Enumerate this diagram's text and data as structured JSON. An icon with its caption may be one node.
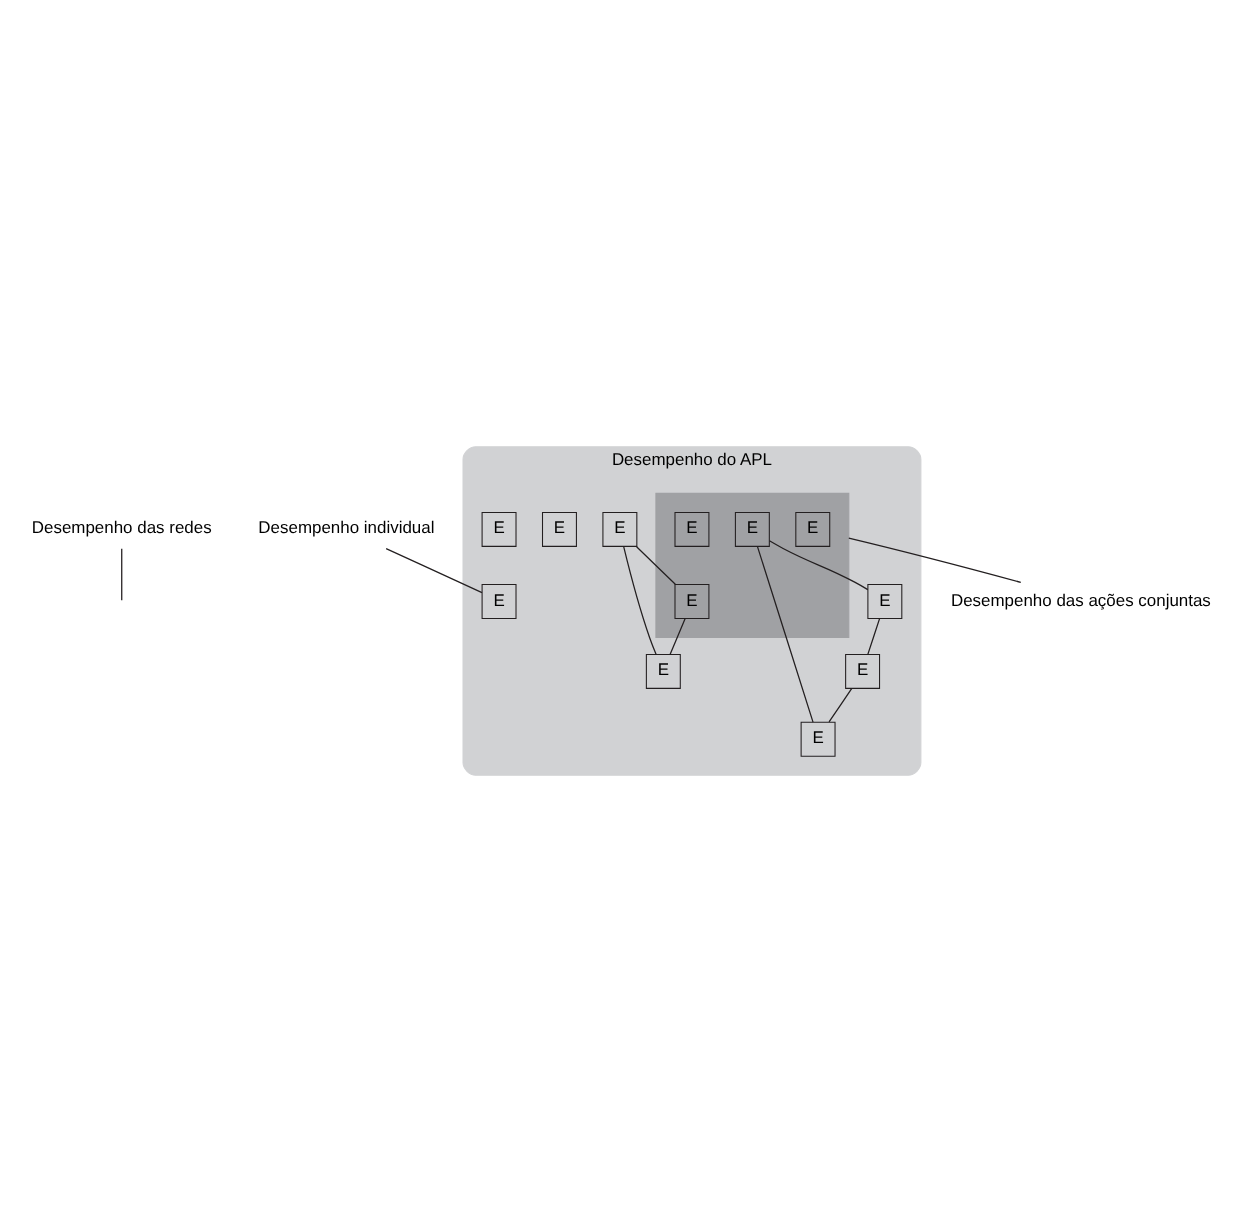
{
  "diagram": {
    "nodes": [
      {
        "text": [
          "Desempenho das redes"
        ]
      },
      {
        "text": [
          "Desempenho individual"
        ]
      },
      {
        "text": [
          "Desempenho do APL"
        ]
      },
      {
        "text": [],
        "shape": "polygon",
        "in": 2
      },
      {
        "text": [
          "E"
        ],
        "in": 3
      },
      {
        "text": [
          "E"
        ],
        "in": 2
      },
      {
        "text": [
          "E"
        ],
        "in": 2
      },
      {
        "text": [
          "E"
        ],
        "in": 2
      },
      {
        "text": [
          "E"
        ],
        "in": 2
      },
      {
        "text": [
          "E"
        ],
        "in": 3
      },
      {
        "text": [
          "E"
        ],
        "in": 3
      },
      {
        "text": [
          "E"
        ],
        "in": 2
      },
      {
        "text": [
          "E"
        ],
        "in": 2
      },
      {
        "text": [
          "E"
        ],
        "in": 2
      },
      {
        "text": [
          "E"
        ],
        "in": 3
      },
      {
        "text": [
          "E"
        ],
        "in": 2
      },
      {
        "text": [
          "Desempenho das ações conjuntas"
        ]
      }
    ],
    "edges": [
      {
        "from": 0,
        "to": null,
        "arrow": "none"
      },
      {
        "from": 1,
        "to": 7,
        "arrow": "none"
      },
      {
        "from": 16,
        "to": 3,
        "arrow": "none"
      },
      {
        "from": 5,
        "to": 8,
        "arrow": "none"
      },
      {
        "from": 8,
        "to": 13,
        "arrow": "none"
      },
      {
        "from": 13,
        "to": 10,
        "arrow": "none"
      },
      {
        "from": 10,
        "to": 5,
        "arrow": "none"
      },
      {
        "from": 6,
        "to": 9,
        "arrow": "none"
      },
      {
        "from": 9,
        "to": 11,
        "arrow": "none"
      },
      {
        "from": 6,
        "to": 11,
        "arrow": "none"
      }
    ]
  }
}
